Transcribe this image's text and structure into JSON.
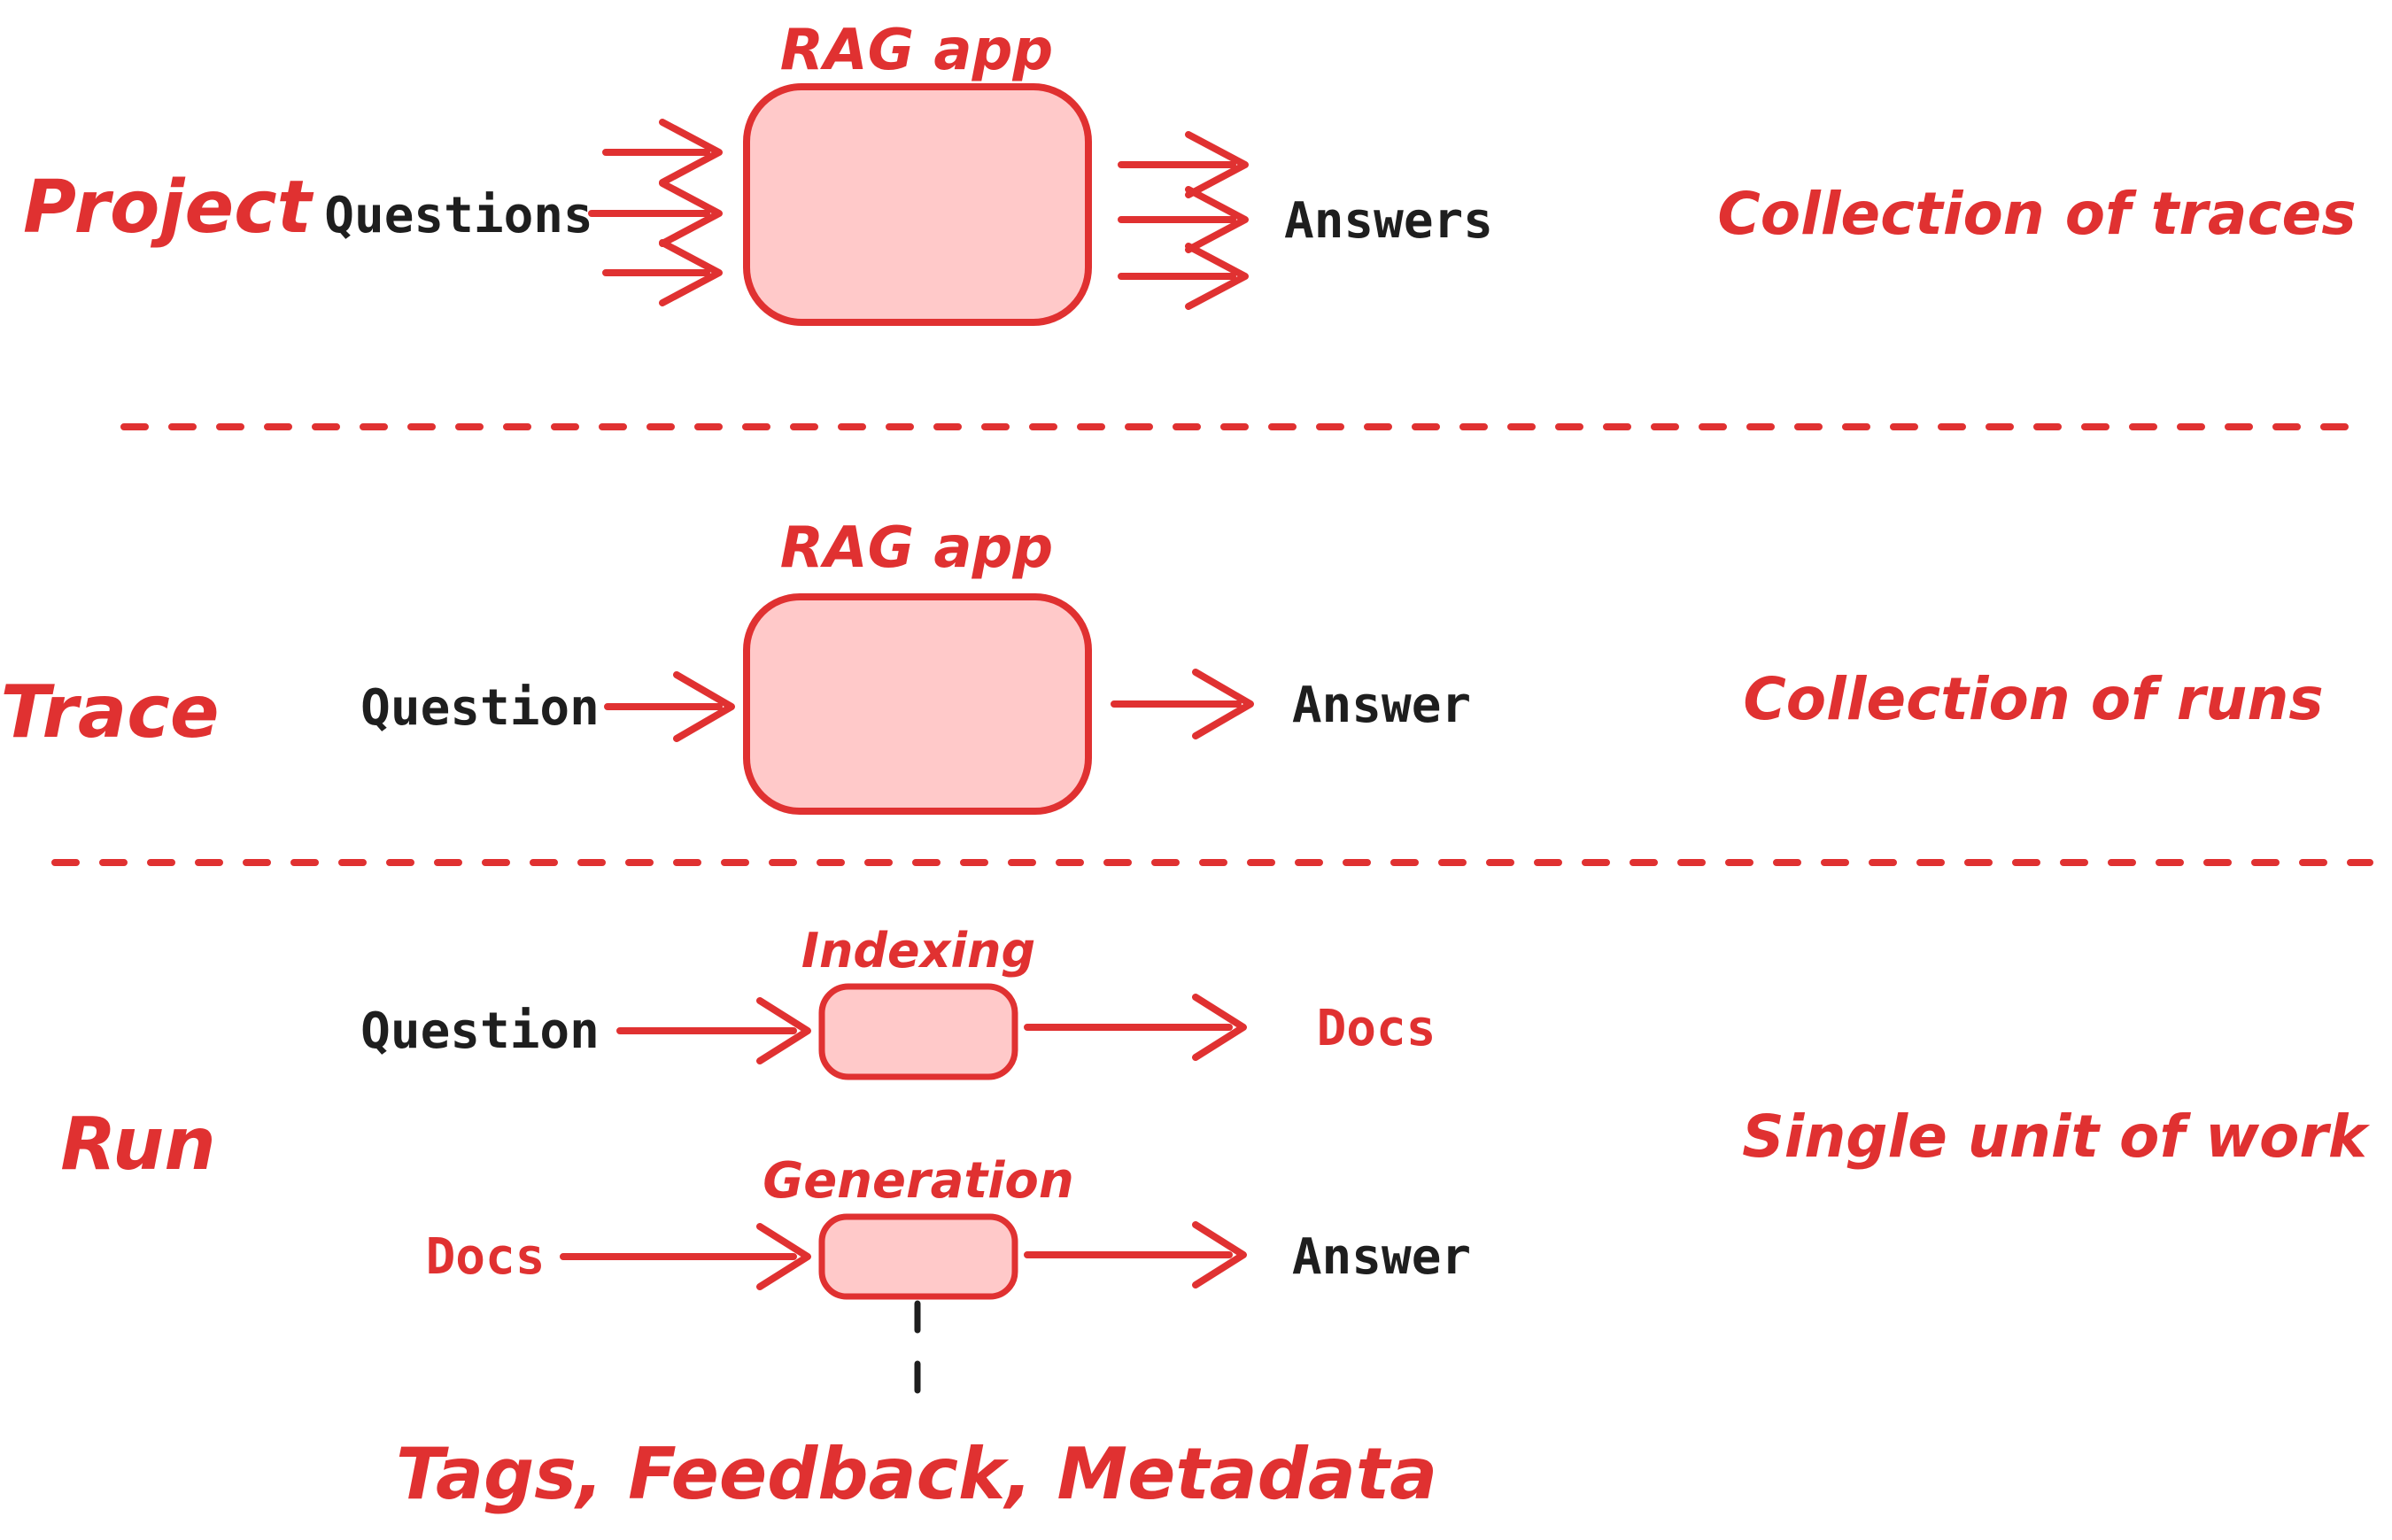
{
  "colors": {
    "accent_red": "#e03131",
    "box_fill_pink": "#ffc9c9",
    "text_black": "#1e1e1e"
  },
  "sections": {
    "project": {
      "label": "Project",
      "box_label": "RAG app",
      "input_label": "Questions",
      "output_label": "Answers",
      "annotation": "Collection of traces"
    },
    "trace": {
      "label": "Trace",
      "box_label": "RAG app",
      "input_label": "Question",
      "output_label": "Answer",
      "annotation": "Collection of runs"
    },
    "run": {
      "label": "Run",
      "annotation": "Single unit of work",
      "indexing": {
        "box_label": "Indexing",
        "input_label": "Question",
        "output_label": "Docs"
      },
      "generation": {
        "box_label": "Generation",
        "input_label": "Docs",
        "output_label": "Answer"
      },
      "footnote": "Tags, Feedback, Metadata"
    }
  }
}
